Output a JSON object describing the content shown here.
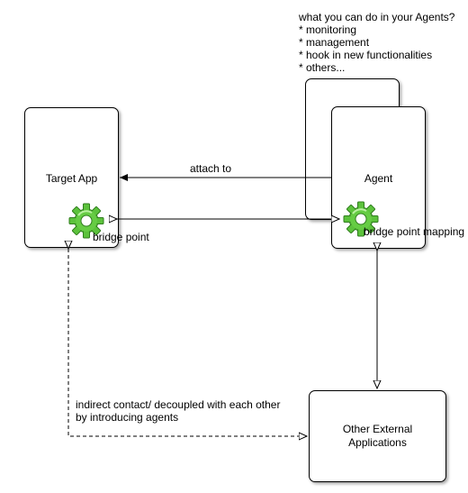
{
  "notes": {
    "heading": "what you can do in your Agents?",
    "items": [
      "* monitoring",
      "* management",
      "* hook in new functionalities",
      "* others..."
    ]
  },
  "nodes": {
    "target_app": {
      "label": "Target App"
    },
    "agent": {
      "label": "Agent"
    },
    "external": {
      "label_line1": "Other External",
      "label_line2": "Applications"
    }
  },
  "edges": {
    "attach_label": "attach to",
    "bridge_point_label": "bridge point",
    "bridge_mapping_label": "bridge point mapping",
    "indirect_label_line1": "indirect contact/ decoupled with each other",
    "indirect_label_line2": "by introducing agents"
  },
  "icons": {
    "gear": "gear-icon",
    "gear_color": "#5cc23c"
  }
}
